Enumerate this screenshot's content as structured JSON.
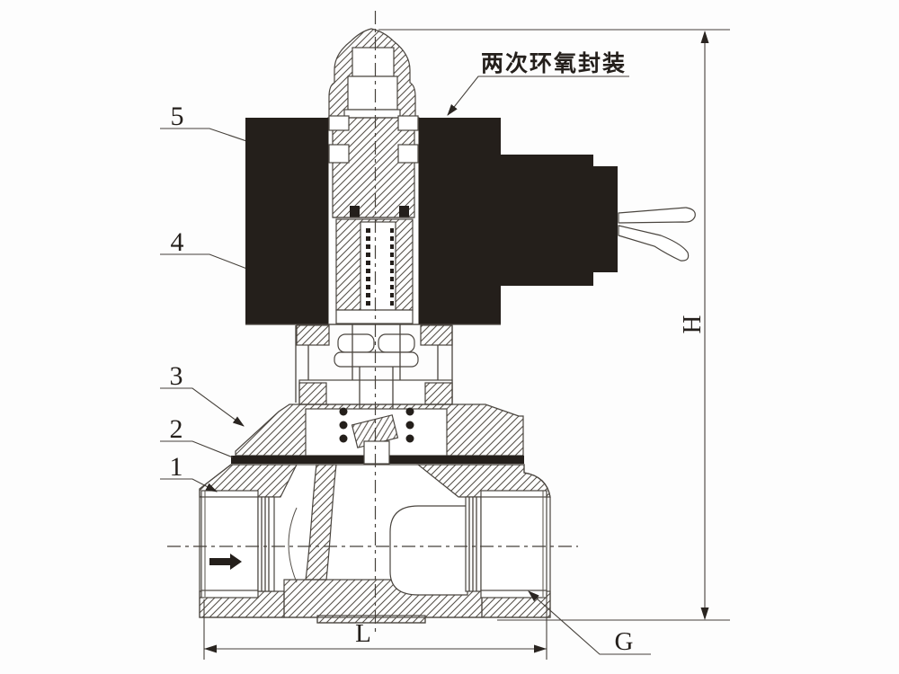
{
  "annotation": {
    "epoxy_label": "两次环氧封装"
  },
  "part_numbers": {
    "n1": "1",
    "n2": "2",
    "n3": "3",
    "n4": "4",
    "n5": "5"
  },
  "dimensions": {
    "height": "H",
    "length": "L",
    "thread": "G"
  },
  "colors": {
    "line": "#4a453f",
    "solid_fill": "#241f1b",
    "background": "#fdfdfd"
  }
}
